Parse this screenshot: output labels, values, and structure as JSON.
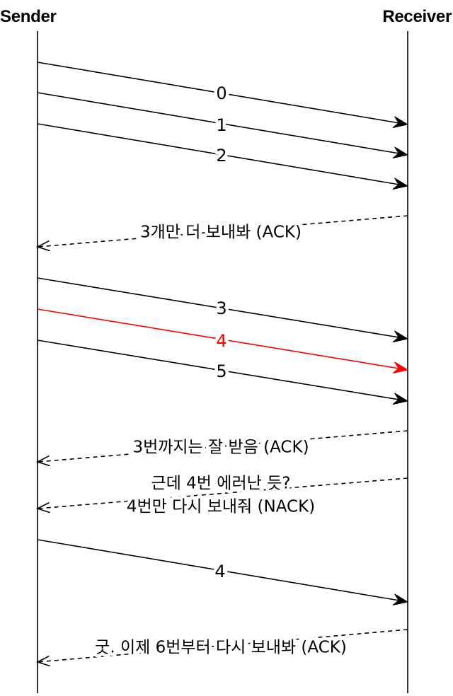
{
  "participants": {
    "sender": "Sender",
    "receiver": "Receiver"
  },
  "messages": [
    {
      "from": "sender",
      "to": "receiver",
      "label": "0",
      "kind": "data",
      "color": "#000000"
    },
    {
      "from": "sender",
      "to": "receiver",
      "label": "1",
      "kind": "data",
      "color": "#000000"
    },
    {
      "from": "sender",
      "to": "receiver",
      "label": "2",
      "kind": "data",
      "color": "#000000"
    },
    {
      "from": "receiver",
      "to": "sender",
      "label": "3개만 더 보내봐 (ACK)",
      "kind": "ack",
      "color": "#000000"
    },
    {
      "from": "sender",
      "to": "receiver",
      "label": "3",
      "kind": "data",
      "color": "#000000"
    },
    {
      "from": "sender",
      "to": "receiver",
      "label": "4",
      "kind": "data",
      "color": "#ff0000"
    },
    {
      "from": "sender",
      "to": "receiver",
      "label": "5",
      "kind": "data",
      "color": "#000000"
    },
    {
      "from": "receiver",
      "to": "sender",
      "label": "3번까지는 잘 받음 (ACK)",
      "kind": "ack",
      "color": "#000000"
    },
    {
      "from": "receiver",
      "to": "sender",
      "label": "근데 4번 에러난 듯?",
      "label2": "4번만 다시 보내줘 (NACK)",
      "kind": "nack",
      "color": "#000000"
    },
    {
      "from": "sender",
      "to": "receiver",
      "label": "4",
      "kind": "data",
      "color": "#000000"
    },
    {
      "from": "receiver",
      "to": "sender",
      "label": "굿. 이제 6번부터 다시 보내봐 (ACK)",
      "kind": "ack",
      "color": "#000000"
    }
  ]
}
